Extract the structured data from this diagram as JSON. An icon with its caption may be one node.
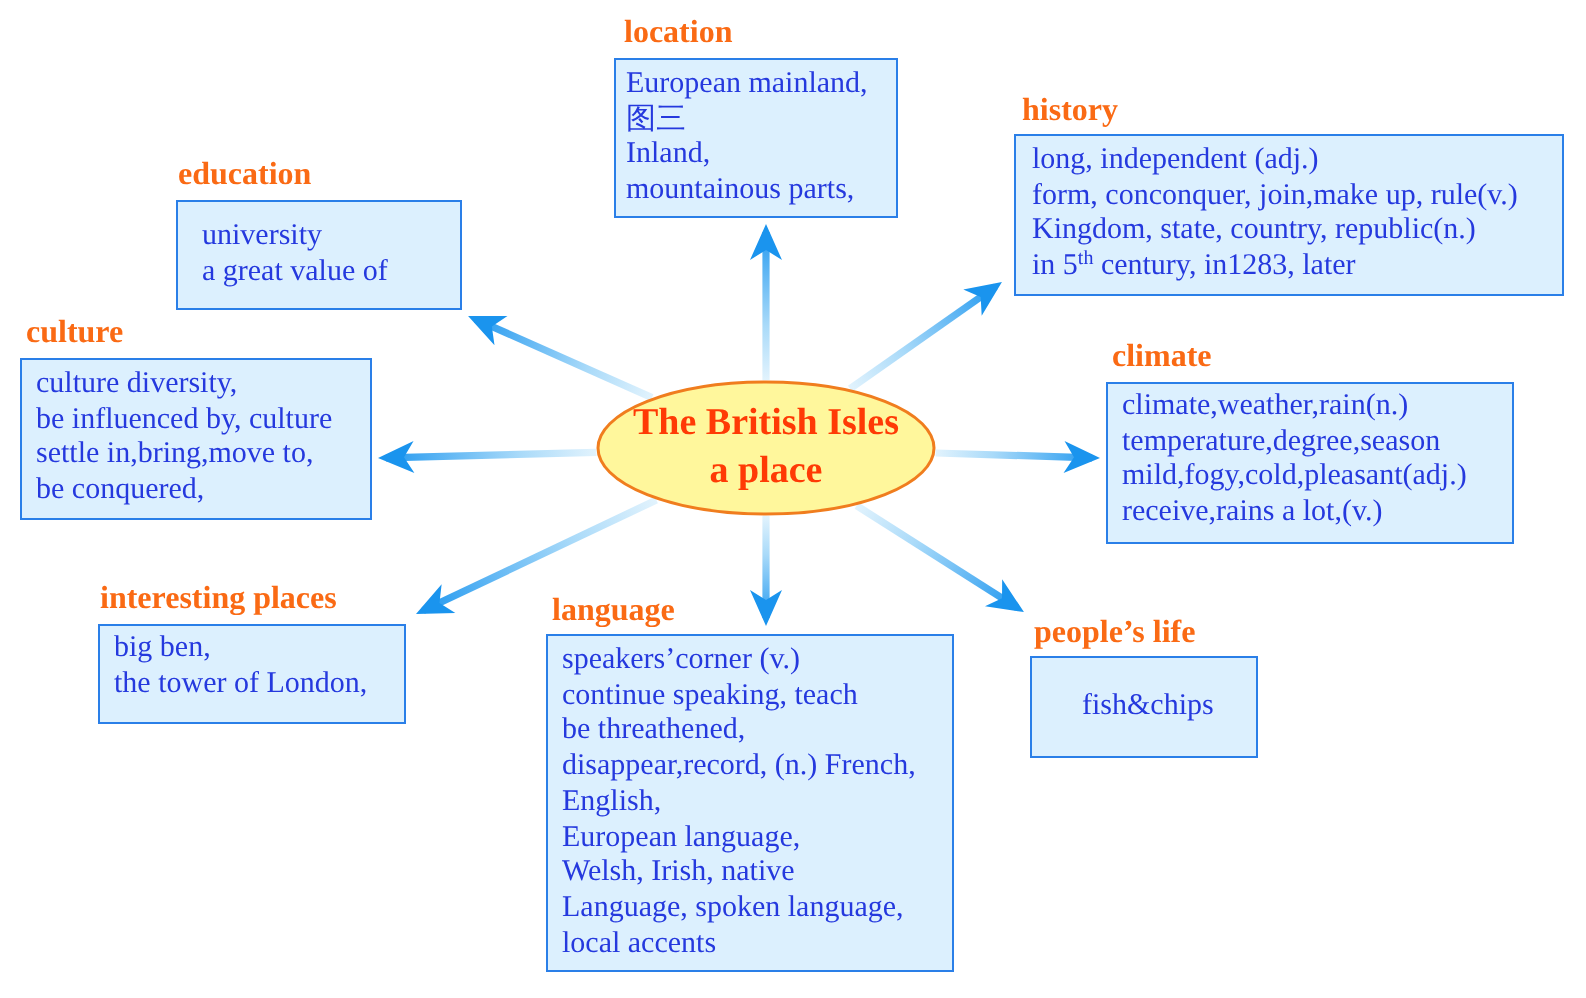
{
  "diagram": {
    "nodes": [
      {
        "text": [
          "The British Isles a place"
        ]
      },
      {
        "text": [
          "location",
          "European mainland,",
          "图三",
          "Inland,",
          "mountainous parts,"
        ]
      },
      {
        "text": [
          "history",
          "long, independent (adj.)",
          "form, conconquer, join,make up, rule(v.)",
          "Kingdom, state, country, republic(n.)",
          "in 5$^{th}$ century, in1283, later"
        ]
      },
      {
        "text": [
          "climate",
          "climate,weather,rain(n.)",
          "temperature,degree,season",
          "mild,fogy,cold,pleasant(adj.)",
          "receive,rains a lot,(v.)"
        ]
      },
      {
        "text": [
          "people’s life",
          "fish&chips"
        ]
      },
      {
        "text": [
          "language",
          "speakers’corner (v.)",
          "continue speaking, teach",
          "be threathened,",
          "disappear,record, (n.) French,",
          "English,",
          "European language,",
          "Welsh, Irish, native",
          "Language, spoken language,",
          "local accents"
        ]
      },
      {
        "text": [
          "interesting places",
          "big ben,",
          "the tower of London,"
        ]
      },
      {
        "text": [
          "culture",
          "culture diversity,",
          "be influenced by, culture",
          "settle in,bring,move to,",
          "be conquered,"
        ]
      },
      {
        "text": [
          "education",
          "university",
          "a great value of"
        ]
      }
    ],
    "edges": [
      {
        "from": 0,
        "to": 1,
        "arrow": "to"
      },
      {
        "from": 0,
        "to": 2,
        "arrow": "to"
      },
      {
        "from": 0,
        "to": 3,
        "arrow": "to"
      },
      {
        "from": 0,
        "to": 4,
        "arrow": "to"
      },
      {
        "from": 0,
        "to": 5,
        "arrow": "to"
      },
      {
        "from": 0,
        "to": 6,
        "arrow": "to"
      },
      {
        "from": 0,
        "to": 7,
        "arrow": "to"
      },
      {
        "from": 0,
        "to": 8,
        "arrow": "to"
      }
    ]
  }
}
